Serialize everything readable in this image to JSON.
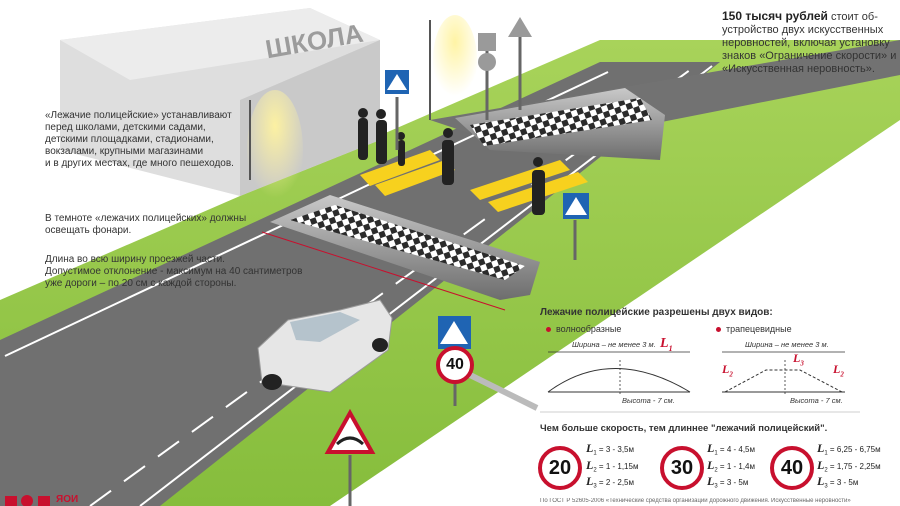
{
  "header_note": {
    "strong": "150 тысяч рублей",
    "line1": "стоит об-",
    "line2": "устройство двух искусственных",
    "line3": "неровностей, включая установку",
    "line4": "знаков «Ограничение скорости» и",
    "line5": "«Искусственная неровность»."
  },
  "building_label": "ШКОЛА",
  "left_notes": {
    "placement": [
      "«Лежачие полицейские» устанавливают",
      "перед школами, детскими садами,",
      "детскими площадками, стадионами,",
      "вокзалами, крупными магазинами",
      "и в других местах, где много пешеходов."
    ],
    "lighting": [
      "В темноте «лежачих полицейских» должны",
      "освещать фонари."
    ],
    "length": [
      "Длина во всю ширину проезжей части.",
      "Допустимое отклонение - максимум на 40 сантиметров",
      "уже дороги – по 20 см с каждой стороны."
    ]
  },
  "types_section": {
    "title": "Лежачие полицейские разрешены двух видов:",
    "wave": {
      "label": "волнообразные",
      "width_note": "Ширина – не менее 3 м.",
      "height_note": "Высота - 7 см.",
      "l1": "L",
      "l1_sub": "1"
    },
    "trapezoid": {
      "label": "трапецевидные",
      "width_note": "Ширина – не менее 3 м.",
      "height_note": "Высота - 7 см.",
      "l2": "L",
      "l2_sub": "2",
      "l3": "L",
      "l3_sub": "3"
    }
  },
  "speed_section": {
    "title": "Чем больше скорость, тем длиннее \"лежачий полицейский\".",
    "signs": [
      {
        "speed": "20",
        "rows": [
          {
            "sub": "1",
            "val": "= 3 - 3,5м"
          },
          {
            "sub": "2",
            "val": "= 1 - 1,15м"
          },
          {
            "sub": "3",
            "val": "= 2 - 2,5м"
          }
        ]
      },
      {
        "speed": "30",
        "rows": [
          {
            "sub": "1",
            "val": "= 4 - 4,5м"
          },
          {
            "sub": "2",
            "val": "= 1 - 1,4м"
          },
          {
            "sub": "3",
            "val": "= 3 - 5м"
          }
        ]
      },
      {
        "speed": "40",
        "rows": [
          {
            "sub": "1",
            "val": "= 6,25 - 6,75м"
          },
          {
            "sub": "2",
            "val": "= 1,75 - 2,25м"
          },
          {
            "sub": "3",
            "val": "= 3 - 5м"
          }
        ]
      }
    ],
    "letter": "L"
  },
  "road_sign_speed": "40",
  "footnote": "По ГОСТ Р 52605-2006 «Технические средства организации дорожного движения. Искусственные неровности»",
  "logo_text": "ЯОИ",
  "colors": {
    "accent": "#c8102e",
    "road": "#6f6f6f",
    "grass": "#8cc63f",
    "sign_blue": "#1f64b3"
  }
}
